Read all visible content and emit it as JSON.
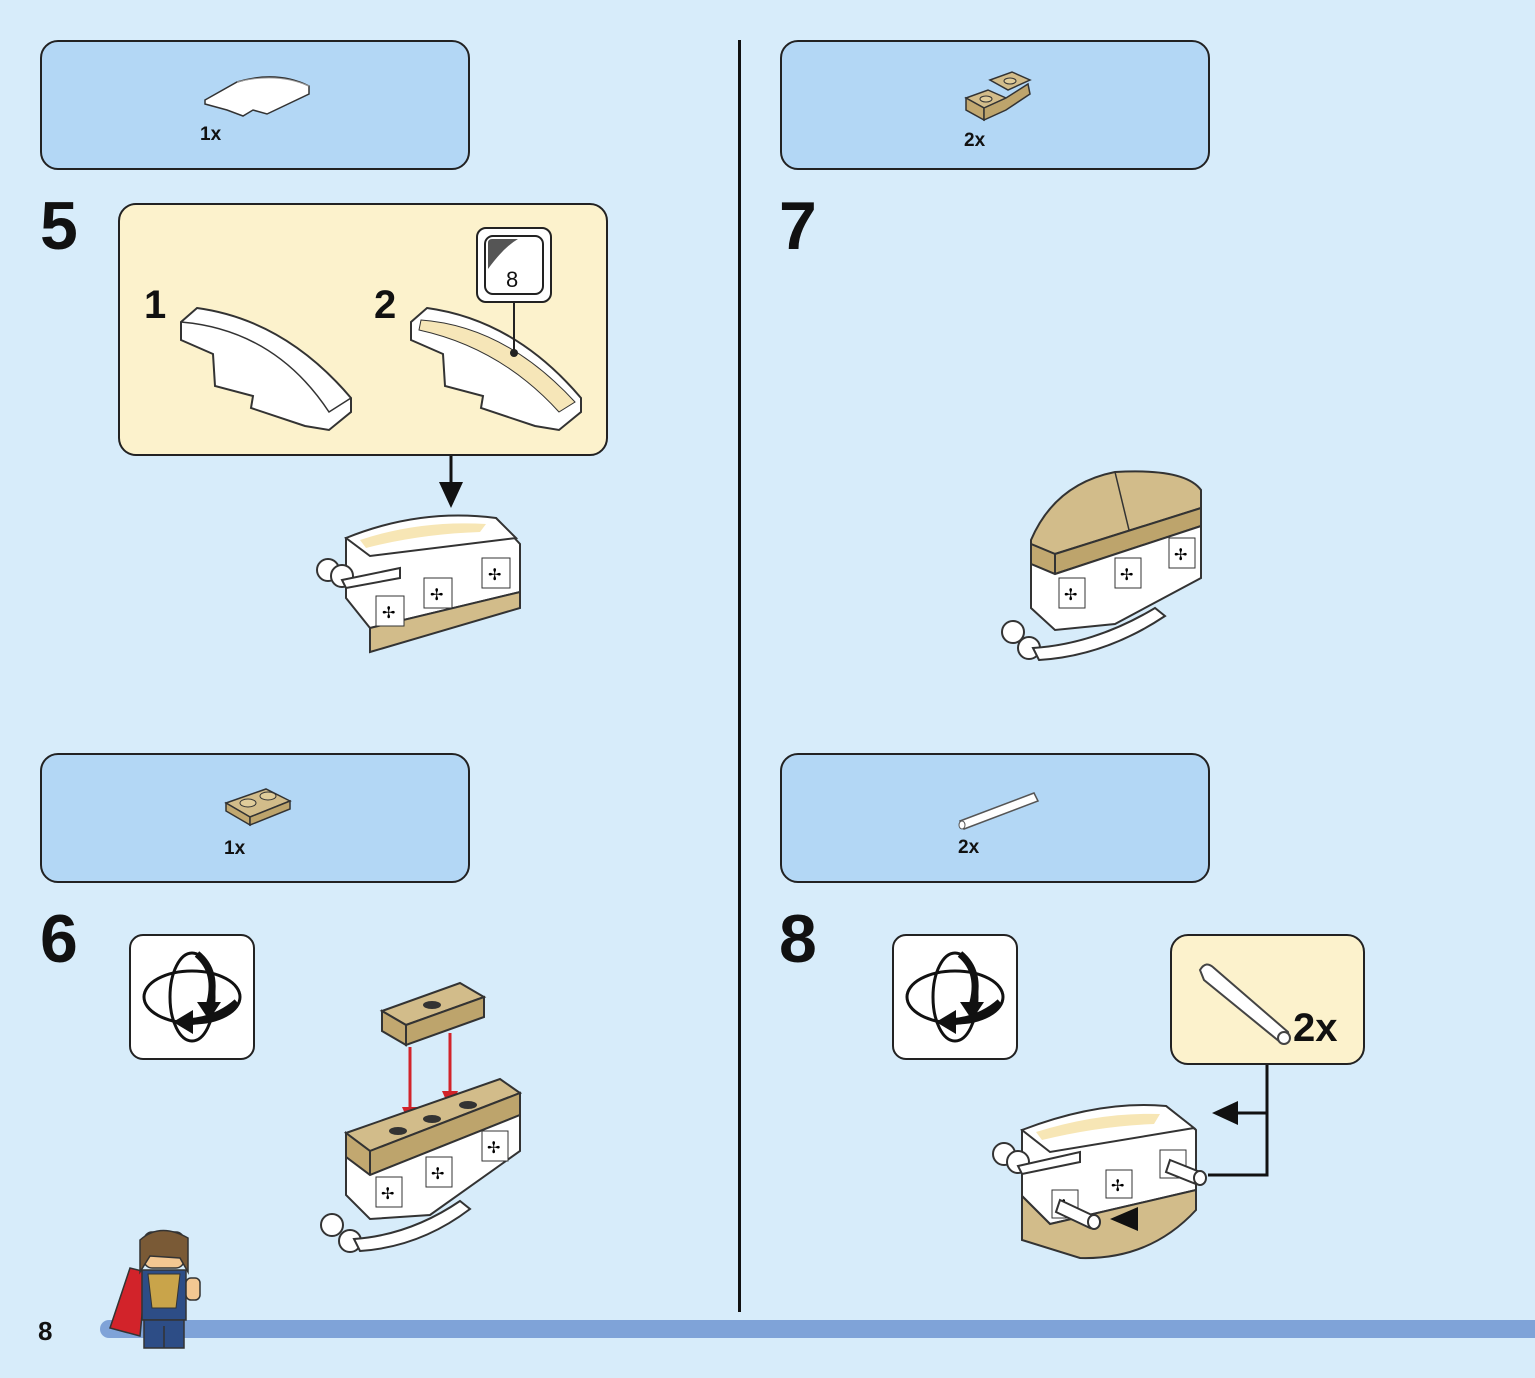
{
  "page": {
    "number": "8"
  },
  "steps": [
    {
      "number": "5",
      "parts_qty": "1x",
      "substeps": [
        "1",
        "2"
      ],
      "sticker_number": "8"
    },
    {
      "number": "6",
      "parts_qty": "1x"
    },
    {
      "number": "7",
      "parts_qty": "2x"
    },
    {
      "number": "8",
      "parts_qty": "2x",
      "callout_qty": "2x"
    }
  ],
  "colors": {
    "background": "#d7ecfa",
    "parts_box": "#b3d7f5",
    "sub_box": "#fcf2cc",
    "tan": "#d2bc8a",
    "arrow_red": "#d2232a",
    "footer_bar": "#7fa3d8"
  }
}
